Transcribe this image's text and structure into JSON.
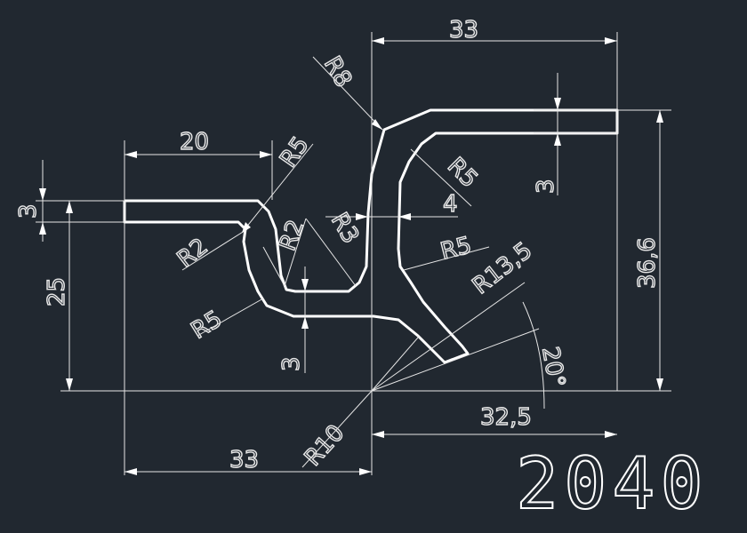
{
  "background": "#212830",
  "line_color": "#ffffff",
  "part_number": "2040",
  "dimensions": {
    "top_width": "33",
    "left_flange_width": "20",
    "left_thickness": "3",
    "left_height": "25",
    "bottom_thickness": "3",
    "right_thickness": "3",
    "total_height": "36,6",
    "right_width": "32,5",
    "bottom_width": "33",
    "angle": "20°",
    "interior_gap": "4"
  },
  "radii": {
    "r8": "R8",
    "r5_top": "R5",
    "r5_right_upper": "R5",
    "r5_right_lower": "R5",
    "r5_bottom_left": "R5",
    "r2_left": "R2",
    "r2_channel": "R2",
    "r3": "R3",
    "r13_5": "R13,5",
    "r10": "R10"
  }
}
